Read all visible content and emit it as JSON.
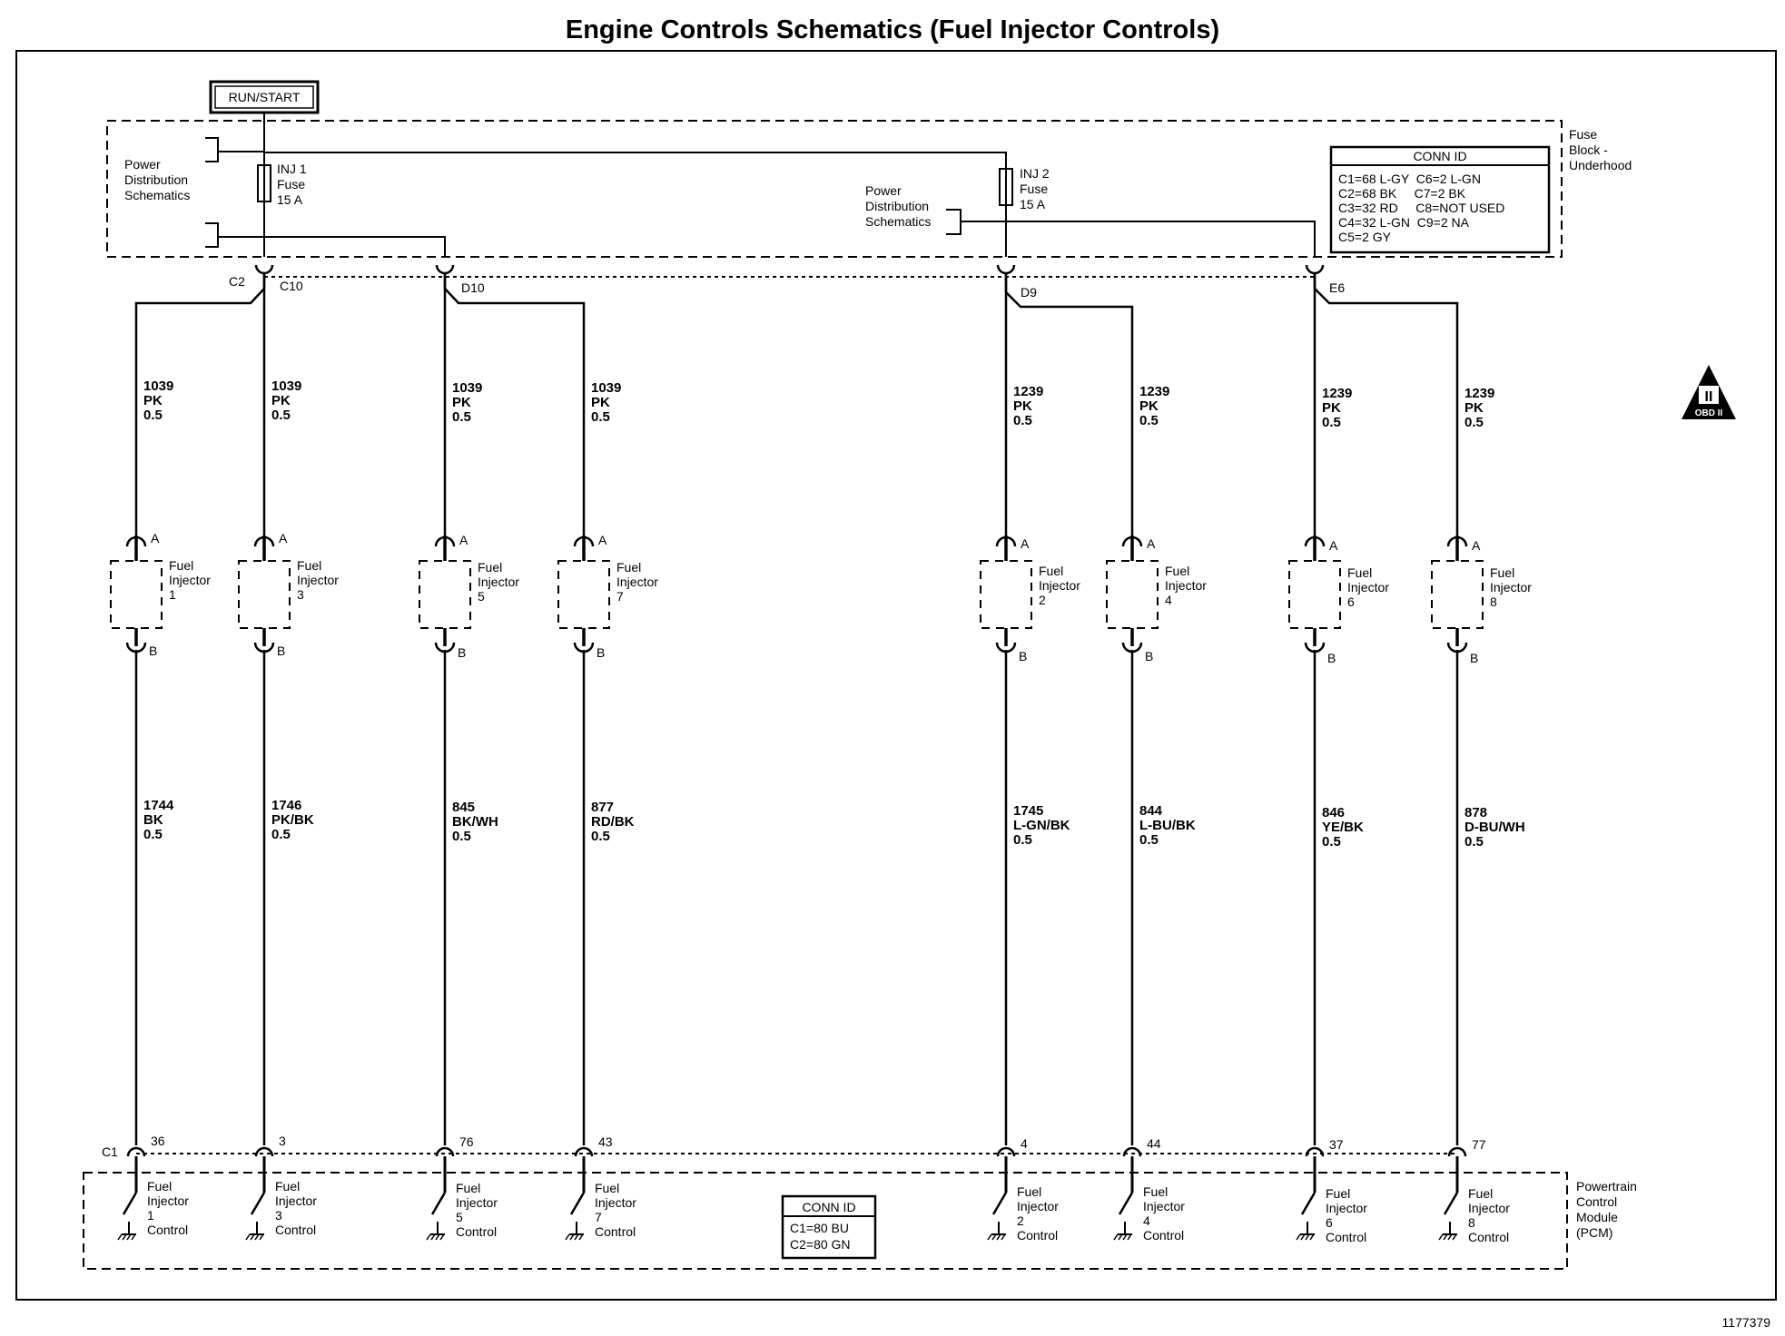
{
  "title": "Engine Controls Schematics (Fuel Injector Controls)",
  "figure_id": "1177379",
  "run_start": "RUN/START",
  "fuse_block": {
    "lines": [
      "Fuse",
      "Block -",
      "Underhood"
    ]
  },
  "power_distribution": {
    "lines": [
      "Power",
      "Distribution",
      "Schematics"
    ]
  },
  "fuse1": {
    "lines": [
      "INJ 1",
      "Fuse",
      "15 A"
    ]
  },
  "fuse2": {
    "lines": [
      "INJ 2",
      "Fuse",
      "15 A"
    ]
  },
  "conn_id_fuse": {
    "header": "CONN ID",
    "lines": [
      "C1=68 L-GY  C6=2 L-GN",
      "C2=68 BK     C7=2 BK",
      "C3=32 RD     C8=NOT USED",
      "C4=32 L-GN  C9=2 NA",
      "C5=2 GY"
    ]
  },
  "splices": {
    "c2": "C2",
    "c10": "C10",
    "d10": "D10",
    "d9": "D9",
    "e6": "E6",
    "c1": "C1"
  },
  "obd": {
    "numeral": "II",
    "text": "OBD II"
  },
  "injectors": [
    {
      "num": "1",
      "supply": [
        "1039",
        "PK",
        "0.5"
      ],
      "control": [
        "1744",
        "BK",
        "0.5"
      ],
      "pcm_pin": "36",
      "name": [
        "Fuel",
        "Injector",
        "1"
      ],
      "pcm": [
        "Fuel",
        "Injector",
        "1",
        "Control"
      ]
    },
    {
      "num": "3",
      "supply": [
        "1039",
        "PK",
        "0.5"
      ],
      "control": [
        "1746",
        "PK/BK",
        "0.5"
      ],
      "pcm_pin": "3",
      "name": [
        "Fuel",
        "Injector",
        "3"
      ],
      "pcm": [
        "Fuel",
        "Injector",
        "3",
        "Control"
      ]
    },
    {
      "num": "5",
      "supply": [
        "1039",
        "PK",
        "0.5"
      ],
      "control": [
        "845",
        "BK/WH",
        "0.5"
      ],
      "pcm_pin": "76",
      "name": [
        "Fuel",
        "Injector",
        "5"
      ],
      "pcm": [
        "Fuel",
        "Injector",
        "5",
        "Control"
      ]
    },
    {
      "num": "7",
      "supply": [
        "1039",
        "PK",
        "0.5"
      ],
      "control": [
        "877",
        "RD/BK",
        "0.5"
      ],
      "pcm_pin": "43",
      "name": [
        "Fuel",
        "Injector",
        "7"
      ],
      "pcm": [
        "Fuel",
        "Injector",
        "7",
        "Control"
      ]
    },
    {
      "num": "2",
      "supply": [
        "1239",
        "PK",
        "0.5"
      ],
      "control": [
        "1745",
        "L-GN/BK",
        "0.5"
      ],
      "pcm_pin": "4",
      "name": [
        "Fuel",
        "Injector",
        "2"
      ],
      "pcm": [
        "Fuel",
        "Injector",
        "2",
        "Control"
      ]
    },
    {
      "num": "4",
      "supply": [
        "1239",
        "PK",
        "0.5"
      ],
      "control": [
        "844",
        "L-BU/BK",
        "0.5"
      ],
      "pcm_pin": "44",
      "name": [
        "Fuel",
        "Injector",
        "4"
      ],
      "pcm": [
        "Fuel",
        "Injector",
        "4",
        "Control"
      ]
    },
    {
      "num": "6",
      "supply": [
        "1239",
        "PK",
        "0.5"
      ],
      "control": [
        "846",
        "YE/BK",
        "0.5"
      ],
      "pcm_pin": "37",
      "name": [
        "Fuel",
        "Injector",
        "6"
      ],
      "pcm": [
        "Fuel",
        "Injector",
        "6",
        "Control"
      ]
    },
    {
      "num": "8",
      "supply": [
        "1239",
        "PK",
        "0.5"
      ],
      "control": [
        "878",
        "D-BU/WH",
        "0.5"
      ],
      "pcm_pin": "77",
      "name": [
        "Fuel",
        "Injector",
        "8"
      ],
      "pcm": [
        "Fuel",
        "Injector",
        "8",
        "Control"
      ]
    }
  ],
  "pin_a": "A",
  "pin_b": "B",
  "pcm_module": {
    "lines": [
      "Powertrain",
      "Control",
      "Module",
      "(PCM)"
    ]
  },
  "conn_id_pcm": {
    "header": "CONN ID",
    "lines": [
      "C1=80 BU",
      "C2=80 GN"
    ]
  }
}
